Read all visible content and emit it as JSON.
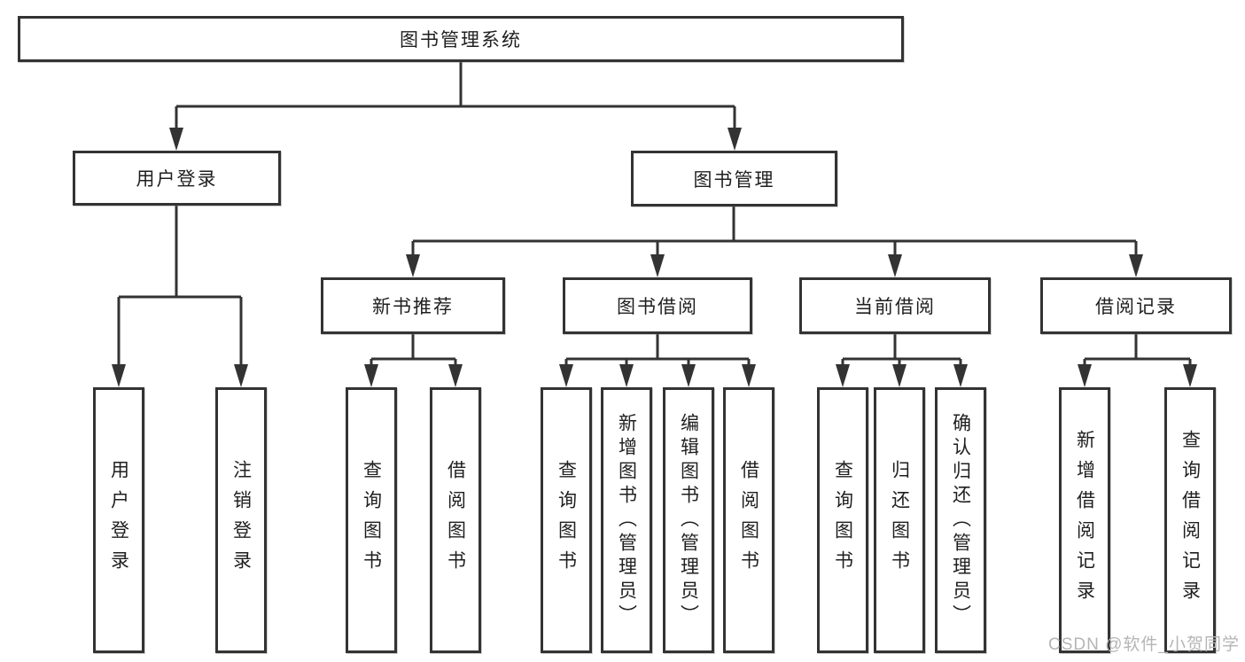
{
  "diagram": {
    "type": "hierarchy-tree",
    "nodes": {
      "root": "图书管理系统",
      "user_login": "用户登录",
      "book_mgmt": "图书管理",
      "leaf_user_login": "用户登录",
      "leaf_logout": "注销登录",
      "new_books": "新书推荐",
      "book_borrow": "图书借阅",
      "current_borrow": "当前借阅",
      "borrow_records": "借阅记录",
      "nb_query_books": "查询图书",
      "nb_borrow_books": "借阅图书",
      "bb_query_books": "查询图书",
      "bb_add_books_admin": "新增图书（管理员）",
      "bb_edit_books_admin": "编辑图书（管理员）",
      "bb_borrow_books": "借阅图书",
      "cb_query_books": "查询图书",
      "cb_return_books": "归还图书",
      "cb_confirm_return_admin": "确认归还（管理员）",
      "br_add_record": "新增借阅记录",
      "br_query_record": "查询借阅记录"
    },
    "structure": {
      "root": [
        "user_login",
        "book_mgmt"
      ],
      "user_login": [
        "leaf_user_login",
        "leaf_logout"
      ],
      "book_mgmt": [
        "new_books",
        "book_borrow",
        "current_borrow",
        "borrow_records"
      ],
      "new_books": [
        "nb_query_books",
        "nb_borrow_books"
      ],
      "book_borrow": [
        "bb_query_books",
        "bb_add_books_admin",
        "bb_edit_books_admin",
        "bb_borrow_books"
      ],
      "current_borrow": [
        "cb_query_books",
        "cb_return_books",
        "cb_confirm_return_admin"
      ],
      "borrow_records": [
        "br_add_record",
        "br_query_record"
      ]
    },
    "colors": {
      "border": "#333333",
      "line": "#333333",
      "text": "#1f1f1f",
      "watermark": "#b5b5b5",
      "background": "#ffffff"
    },
    "watermark": "CSDN @软件_小贺同学"
  }
}
